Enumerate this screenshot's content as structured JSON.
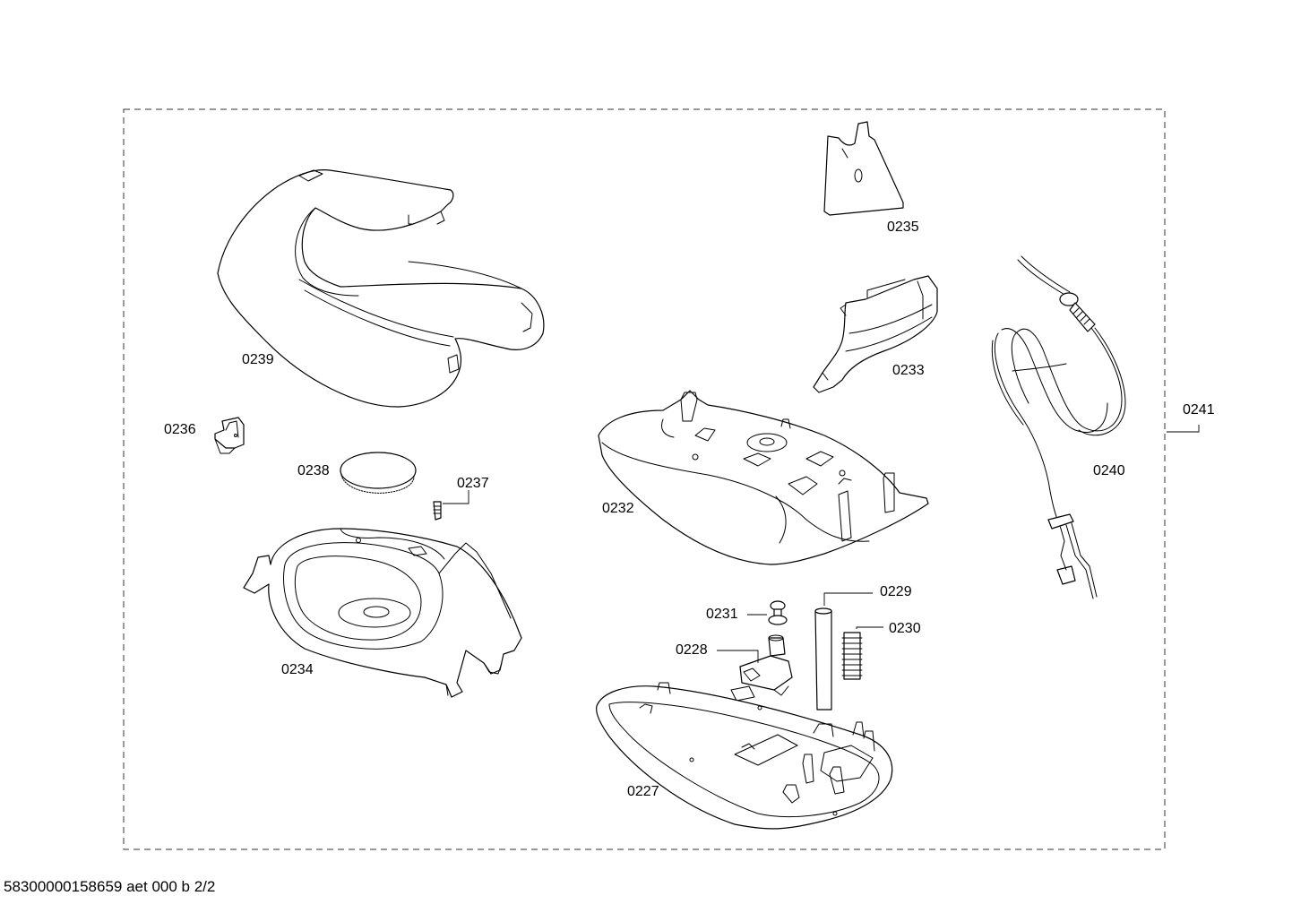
{
  "parts": {
    "p0227": "0227",
    "p0228": "0228",
    "p0229": "0229",
    "p0230": "0230",
    "p0231": "0231",
    "p0232": "0232",
    "p0233": "0233",
    "p0234": "0234",
    "p0235": "0235",
    "p0236": "0236",
    "p0237": "0237",
    "p0238": "0238",
    "p0239": "0239",
    "p0240": "0240",
    "p0241": "0241"
  },
  "footer": {
    "document_id": "58300000158659 aet 000 b 2/2"
  }
}
